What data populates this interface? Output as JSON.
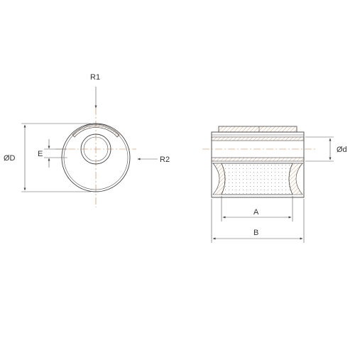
{
  "labels": {
    "r1": "R1",
    "r2": "R2",
    "od_outer": "ØD",
    "e": "E",
    "od_inner": "Ød",
    "a": "A",
    "b": "B"
  },
  "colors": {
    "line": "#444444",
    "centerline": "#c87a3a",
    "background": "#ffffff"
  }
}
